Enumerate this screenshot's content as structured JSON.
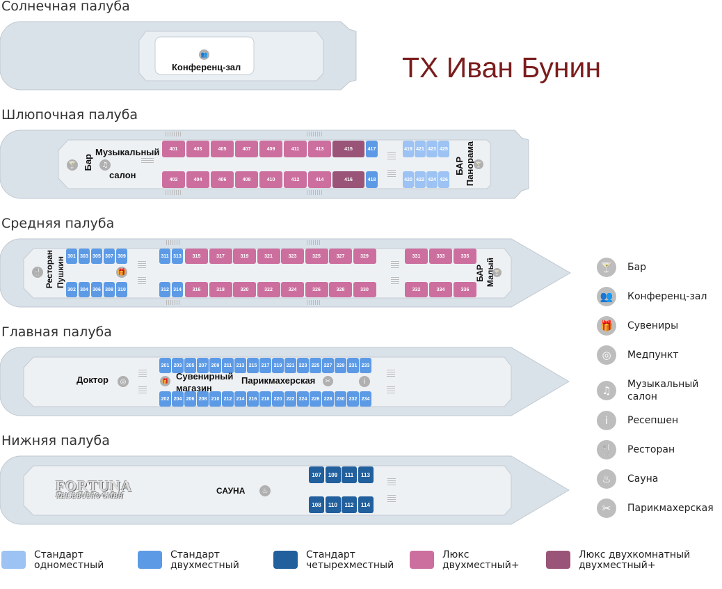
{
  "title": "ТХ  Иван Бунин",
  "watermark": {
    "line1": "FORTUNA",
    "line2": "REISEBUERO GMBH"
  },
  "decks": {
    "sun": {
      "name": "Солнечная палуба",
      "rooms": [
        "Конференц-зал"
      ]
    },
    "boat": {
      "name": "Шлюпочная палуба",
      "labels": {
        "bar": "Бар",
        "music_1": "Музыкальный",
        "music_2": "салон",
        "bar_pan_1": "БАР",
        "bar_pan_2": "Панорама"
      },
      "cabins_top": [
        {
          "n": "401",
          "t": "lux"
        },
        {
          "n": "403",
          "t": "lux"
        },
        {
          "n": "405",
          "t": "lux"
        },
        {
          "n": "407",
          "t": "lux"
        },
        {
          "n": "409",
          "t": "lux"
        },
        {
          "n": "411",
          "t": "lux"
        },
        {
          "n": "413",
          "t": "lux"
        },
        {
          "n": "415",
          "t": "lux2"
        },
        {
          "n": "417",
          "t": "double"
        }
      ],
      "cabins_bottom": [
        {
          "n": "402",
          "t": "lux"
        },
        {
          "n": "404",
          "t": "lux"
        },
        {
          "n": "406",
          "t": "lux"
        },
        {
          "n": "408",
          "t": "lux"
        },
        {
          "n": "410",
          "t": "lux"
        },
        {
          "n": "412",
          "t": "lux"
        },
        {
          "n": "414",
          "t": "lux"
        },
        {
          "n": "416",
          "t": "lux2"
        },
        {
          "n": "418",
          "t": "double"
        }
      ],
      "cabins_top_aft": [
        "419",
        "421",
        "423",
        "425"
      ],
      "cabins_bottom_aft": [
        "420",
        "422",
        "424",
        "426"
      ]
    },
    "middle": {
      "name": "Средняя палуба",
      "labels": {
        "rest_1": "Ресторан",
        "rest_2": "Пушкин",
        "bar_1": "БАР",
        "bar_2": "Малый"
      },
      "single_top": [
        "301",
        "303",
        "305",
        "307",
        "309"
      ],
      "single_bottom": [
        "302",
        "304",
        "306",
        "308",
        "310"
      ],
      "double_top": [
        "311",
        "313"
      ],
      "double_bottom": [
        "312",
        "314"
      ],
      "lux_top": [
        "315",
        "317",
        "319",
        "321",
        "323",
        "325",
        "327",
        "329"
      ],
      "lux_bottom": [
        "316",
        "318",
        "320",
        "322",
        "324",
        "326",
        "328",
        "330"
      ],
      "lux_top_aft": [
        "331",
        "333",
        "335"
      ],
      "lux_bottom_aft": [
        "332",
        "334",
        "336"
      ]
    },
    "main": {
      "name": "Главная палуба",
      "labels": {
        "doctor": "Доктор",
        "souv_1": "Сувенирный",
        "souv_2": "магазин",
        "hair": "Парикмахерская"
      },
      "top": [
        "201",
        "203",
        "205",
        "207",
        "209",
        "211",
        "213",
        "215",
        "217",
        "219",
        "221",
        "223",
        "225",
        "227",
        "229",
        "231",
        "233"
      ],
      "bottom": [
        "202",
        "204",
        "206",
        "208",
        "210",
        "212",
        "214",
        "216",
        "218",
        "220",
        "222",
        "224",
        "226",
        "228",
        "230",
        "232",
        "234"
      ]
    },
    "lower": {
      "name": "Нижняя палуба",
      "labels": {
        "sauna": "САУНА"
      },
      "top": [
        "107",
        "109",
        "111",
        "113"
      ],
      "bottom": [
        "108",
        "110",
        "112",
        "114"
      ]
    }
  },
  "amenities_legend": [
    {
      "icon": "bar-icon",
      "glyph": "🍸",
      "label": "Бар"
    },
    {
      "icon": "conference-icon",
      "glyph": "👥",
      "label": "Конференц-зал"
    },
    {
      "icon": "gift-icon",
      "glyph": "🎁",
      "label": "Сувениры"
    },
    {
      "icon": "medical-icon",
      "glyph": "◎",
      "label": "Медпункт"
    },
    {
      "icon": "music-icon",
      "glyph": "♫",
      "label": "Музыкальный салон"
    },
    {
      "icon": "info-icon",
      "glyph": "i",
      "label": "Ресепшен"
    },
    {
      "icon": "restaurant-icon",
      "glyph": "🍴",
      "label": "Ресторан"
    },
    {
      "icon": "sauna-icon",
      "glyph": "♨",
      "label": "Сауна"
    },
    {
      "icon": "scissors-icon",
      "glyph": "✂",
      "label": "Парикмахерская"
    }
  ],
  "cabin_legend": [
    {
      "color": "#9cc3f3",
      "l1": "Стандарт",
      "l2": "одноместный"
    },
    {
      "color": "#5c9ae6",
      "l1": "Стандарт",
      "l2": "двухместный"
    },
    {
      "color": "#215f9d",
      "l1": "Стандарт",
      "l2": "четырехместный"
    },
    {
      "color": "#cc6f9f",
      "l1": "Люкс",
      "l2": "двухместный+"
    },
    {
      "color": "#9a5478",
      "l1": "Люкс двухкомнатный",
      "l2": "двухместный+"
    }
  ]
}
